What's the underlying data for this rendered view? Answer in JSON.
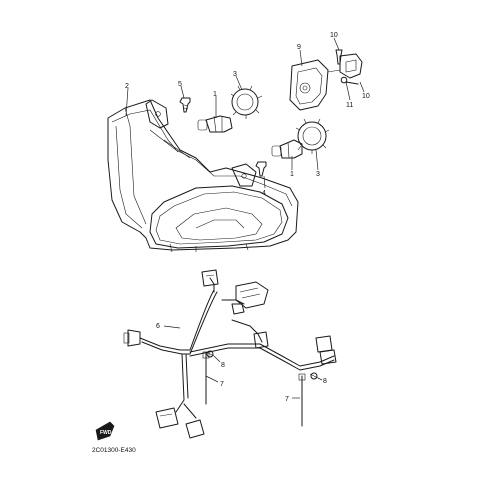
{
  "diagram": {
    "drawing_code": "2C01300-E430",
    "fwd_label": "FWD",
    "callouts": {
      "c1a": "1",
      "c1b": "1",
      "c2": "2",
      "c3a": "3",
      "c3b": "3",
      "c4": "4",
      "c5": "5",
      "c6": "6",
      "c7a": "7",
      "c7b": "7",
      "c8a": "8",
      "c8b": "8",
      "c9": "9",
      "c10a": "10",
      "c10b": "10",
      "c11": "11"
    }
  }
}
